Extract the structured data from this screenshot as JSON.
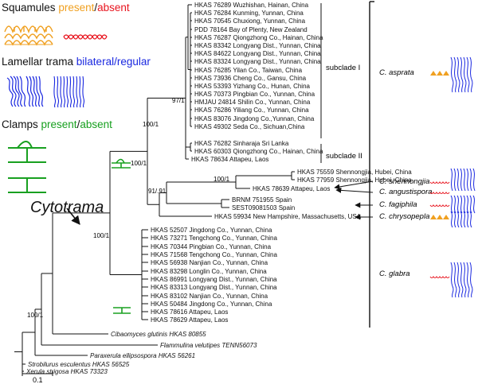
{
  "legend": {
    "squamules": {
      "label": "Squamules",
      "present": "present",
      "sep": "/",
      "absent": "absent"
    },
    "trama": {
      "label": "Lamellar trama",
      "bilateral": "bilateral",
      "sep": "/",
      "regular": "regular"
    },
    "clamps": {
      "label": "Clamps",
      "present": "present",
      "sep": "/",
      "absent": "absent"
    }
  },
  "genus_label": "Cytotrama",
  "leaves": [
    {
      "id": "l1",
      "label": "HKAS 76289 Wuzhishan, Hainan, China"
    },
    {
      "id": "l2",
      "label": "HKAS 76284 Kunming, Yunnan, China"
    },
    {
      "id": "l3",
      "label": "HKAS 70545 Chuxiong, Yunnan, China"
    },
    {
      "id": "l4",
      "label": "PDD 78164 Bay of Plenty, New Zealand"
    },
    {
      "id": "l5",
      "label": "HKAS 76287 Qiongzhong Co., Hainan, China"
    },
    {
      "id": "l6",
      "label": "HKAS 83342 Longyang Dist., Yunnan, China"
    },
    {
      "id": "l7",
      "label": "HKAS 84622 Longyang Dist., Yunnan, China"
    },
    {
      "id": "l8",
      "label": "HKAS 83324 Longyang Dist., Yunnan, China"
    },
    {
      "id": "l9",
      "label": "HKAS 76285 Yilan Co., Taiwan, China"
    },
    {
      "id": "l10",
      "label": "HKAS 73936 Cheng Co., Gansu, China"
    },
    {
      "id": "l11",
      "label": "HKAS 53393 Yizhang Co., Hunan, China"
    },
    {
      "id": "l12",
      "label": "HKAS 70373 Pingbian Co., Yunnan, China"
    },
    {
      "id": "l13",
      "label": "HMJAU 24814 Shilin Co., Yunnan, China"
    },
    {
      "id": "l14",
      "label": "HKAS 76286 Yiliang Co., Yunnan, China"
    },
    {
      "id": "l15",
      "label": "HKAS 83076 Jingdong Co.,Yunnan, China"
    },
    {
      "id": "l16",
      "label": "HKAS 49302 Seda Co., Sichuan,China"
    },
    {
      "id": "l17",
      "label": "HKAS 76282 Sinharaja Sri Lanka"
    },
    {
      "id": "l18",
      "label": "HKAS 60303 Qiongzhong Co., Hainan, China"
    },
    {
      "id": "l19",
      "label": "HKAS 78634 Attapeu, Laos"
    },
    {
      "id": "l20",
      "label": "HKAS 75559 Shennongjia, Hubei, China"
    },
    {
      "id": "l21",
      "label": "HKAS 77959 Shennongjia, Hubei, China"
    },
    {
      "id": "l22",
      "label": "HKAS 78639 Attapeu, Laos"
    },
    {
      "id": "l23",
      "label": "BRNM 751955 Spain"
    },
    {
      "id": "l24",
      "label": "SEST09081503 Spain"
    },
    {
      "id": "l25",
      "label": "HKAS 59934 New Hampshire, Massachusetts, USA"
    },
    {
      "id": "l26",
      "label": "HKAS 52507 Jingdong Co., Yunnan, China"
    },
    {
      "id": "l27",
      "label": "HKAS 73271 Tengchong Co., Yunnan, China"
    },
    {
      "id": "l28",
      "label": "HKAS 70344 Pingbian Co., Yunnan, China"
    },
    {
      "id": "l29",
      "label": "HKAS 71568 Tengchong Co., Yunnan, China"
    },
    {
      "id": "l30",
      "label": "HKAS 56938 Nanjian Co., Yunnan, China"
    },
    {
      "id": "l31",
      "label": "HKAS 83298 Longlin Co., Yunnan, China"
    },
    {
      "id": "l32",
      "label": "HKAS 86991 Longyang Dist., Yunnan, China"
    },
    {
      "id": "l33",
      "label": "HKAS 83313 Longyang Dist., Yunnan, China"
    },
    {
      "id": "l34",
      "label": "HKAS 83102 Nanjian Co., Yunnan, China"
    },
    {
      "id": "l35",
      "label": "HKAS 50484 Jingdong Co., Yunnan, China"
    },
    {
      "id": "l36",
      "label": "HKAS 78616 Attapeu, Laos"
    },
    {
      "id": "l37",
      "label": "HKAS 78629 Attapeu, Laos"
    },
    {
      "id": "o1",
      "label": "Cibaomyces glutinis HKAS 80855"
    },
    {
      "id": "o2",
      "label": "Flammulina velutipes TENN56073"
    },
    {
      "id": "o3",
      "label": "Paraxerula ellipsospora HKAS 56261"
    },
    {
      "id": "o4",
      "label": "Strobilurus esculentus HKAS 56525"
    },
    {
      "id": "o5",
      "label": "Xerula strigosa HKAS 73323"
    }
  ],
  "support": {
    "subclade1": "97/1",
    "asprata": "100/1",
    "clade_b": "100/1",
    "shenn": "100/1",
    "clade_c": "91/.91",
    "crown": "100/1",
    "root": "100/1"
  },
  "subclades": {
    "one": "subclade I",
    "two": "subclade II"
  },
  "species": {
    "asprata": "C. asprata",
    "shennongjia": "C. shennongjia",
    "angustispora": "C. angustispora",
    "fagiphila": "C. fagiphila",
    "chrysopepla": "C. chrysopepla",
    "glabra": "C. glabra"
  },
  "scale_label": "0.1",
  "colors": {
    "squamule_present": "#f0a020",
    "squamule_absent": "#e8141e",
    "trama": "#1a28e0",
    "clamps": "#18a020",
    "tree": "#111111"
  }
}
